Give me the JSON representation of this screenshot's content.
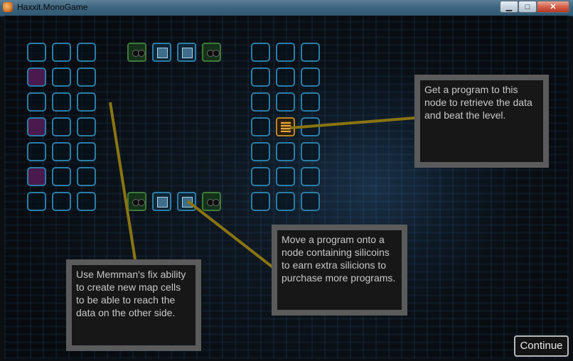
{
  "window": {
    "title": "Haxxit.MonoGame",
    "min_label": "▁",
    "max_label": "□",
    "close_label": "✕"
  },
  "tutorial": {
    "data_node_tip": "Get a program to this node to retrieve the data and beat the level.",
    "silicoin_tip": "Move a program onto a node containing silicoins to earn extra silicions to purchase more programs.",
    "memman_tip": "Use Memman's fix ability to create new map cells to be able to reach the data on the other side."
  },
  "buttons": {
    "continue_label": "Continue"
  },
  "map": {
    "left_grid": {
      "cols": 3,
      "rows": 7,
      "purple_cells": [
        [
          0,
          1
        ],
        [
          0,
          3
        ],
        [
          0,
          5
        ]
      ]
    },
    "right_grid": {
      "cols": 3,
      "rows": 7,
      "data_cell": [
        1,
        3
      ]
    },
    "top_node_row": [
      "binoculars-icon",
      "chip-icon",
      "chip-icon",
      "binoculars-icon"
    ],
    "bottom_node_row": [
      "binoculars-icon",
      "chip-icon",
      "chip-icon",
      "binoculars-icon"
    ]
  },
  "colors": {
    "cell_border": "#2a7da8",
    "purple_cell": "#4a1a4f",
    "pointer_line": "#8a7410",
    "callout_border": "#5b5b5b",
    "callout_bg": "#171717"
  }
}
